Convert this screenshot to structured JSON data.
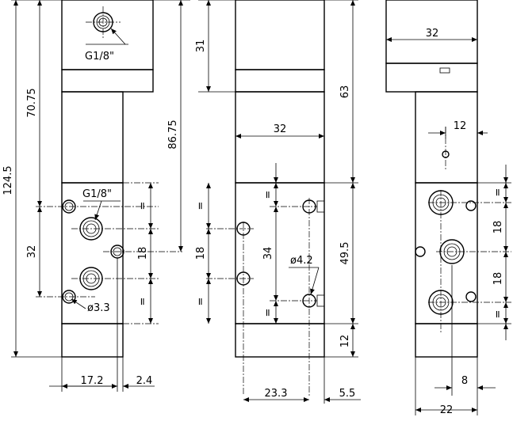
{
  "dimensions": {
    "overall_height": "124.5",
    "upper_height": "70.75",
    "port_spacing": "32",
    "pilot_height": "86.75",
    "center_spacing": "18",
    "equal_mark": "=",
    "body_width": "17.2",
    "offset": "2.4",
    "solenoid_height": "31",
    "head_width": "32",
    "mount_spacing": "34",
    "mount_hole": "ø4.2",
    "head_total": "63",
    "body_height": "49.5",
    "base_height": "12",
    "mount_offset": "23.3",
    "side_offset": "5.5",
    "side_width": "32",
    "side_pilot_offset": "12",
    "side_spacing": "18",
    "side_bottom": "8",
    "side_total_width": "22"
  },
  "callouts": {
    "top_port": "G1/8\"",
    "side_port": "G1/8\"",
    "small_hole": "ø3.3"
  }
}
